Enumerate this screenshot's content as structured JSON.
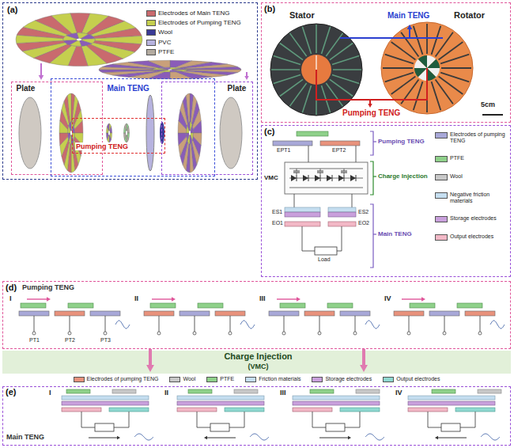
{
  "diagram": {
    "nodes": [
      {
        "text": [
          "(a)"
        ]
      },
      {
        "text": [
          "Plate"
        ],
        "in": 0
      },
      {
        "text": [
          "Main TENG"
        ],
        "in": 0
      },
      {
        "text": [
          "Pumping TENG"
        ],
        "in": 2
      },
      {
        "text": [
          "Plate"
        ],
        "in": 0
      },
      {
        "text": [
          "(b)"
        ]
      },
      {
        "text": [
          "(c)"
        ]
      },
      {
        "text": [
          "(d)",
          "Pumping TENG"
        ]
      },
      {
        "text": [
          "Charge Injection",
          "(VMC)"
        ]
      },
      {
        "text": [
          "(e)",
          "Main TENG"
        ]
      }
    ],
    "labels": [
      "Stator",
      "Rotator",
      "Main TENG",
      "Pumping TENG",
      "5cm",
      "Pumping TENG",
      "VMC",
      "Charge Injection",
      "Main TENG",
      "EPT1",
      "EPT2",
      "ES1",
      "ES2",
      "EO1",
      "EO2",
      "Load",
      "I",
      "II",
      "III",
      "IV",
      "PT1",
      "PT2",
      "PT3",
      "I",
      "II",
      "III",
      "IV"
    ],
    "legend": [
      {
        "text": "Electrodes of Main TENG",
        "color": "#c96a6e"
      },
      {
        "text": "Electrodes of Pumping TENG",
        "color": "#c5cf4e"
      },
      {
        "text": "Wool",
        "color": "#3a3a96"
      },
      {
        "text": "PVC",
        "color": "#b7b3df"
      },
      {
        "text": "PTFE",
        "color": "#b3aba0"
      },
      {
        "text": "Electrodes of pumping TENG",
        "color": "#a8a8d8"
      },
      {
        "text": "PTFE",
        "color": "#8fd18a"
      },
      {
        "text": "Wool",
        "color": "#c8c8c8"
      },
      {
        "text": "Negative friction materials",
        "color": "#c5def0"
      },
      {
        "text": "Storage electrodes",
        "color": "#c9a0dc"
      },
      {
        "text": "Output electrodes",
        "color": "#f2b8c6"
      },
      {
        "text": "Electrodes of pumping TENG",
        "color": "#e8927c"
      },
      {
        "text": "Wool",
        "color": "#c8c8c8"
      },
      {
        "text": "PTFE",
        "color": "#8fd18a"
      },
      {
        "text": "Friction materials",
        "color": "#c5def0"
      },
      {
        "text": "Storage electrodes",
        "color": "#c9a0dc"
      },
      {
        "text": "Output electrodes",
        "color": "#8fd8d0"
      }
    ]
  }
}
